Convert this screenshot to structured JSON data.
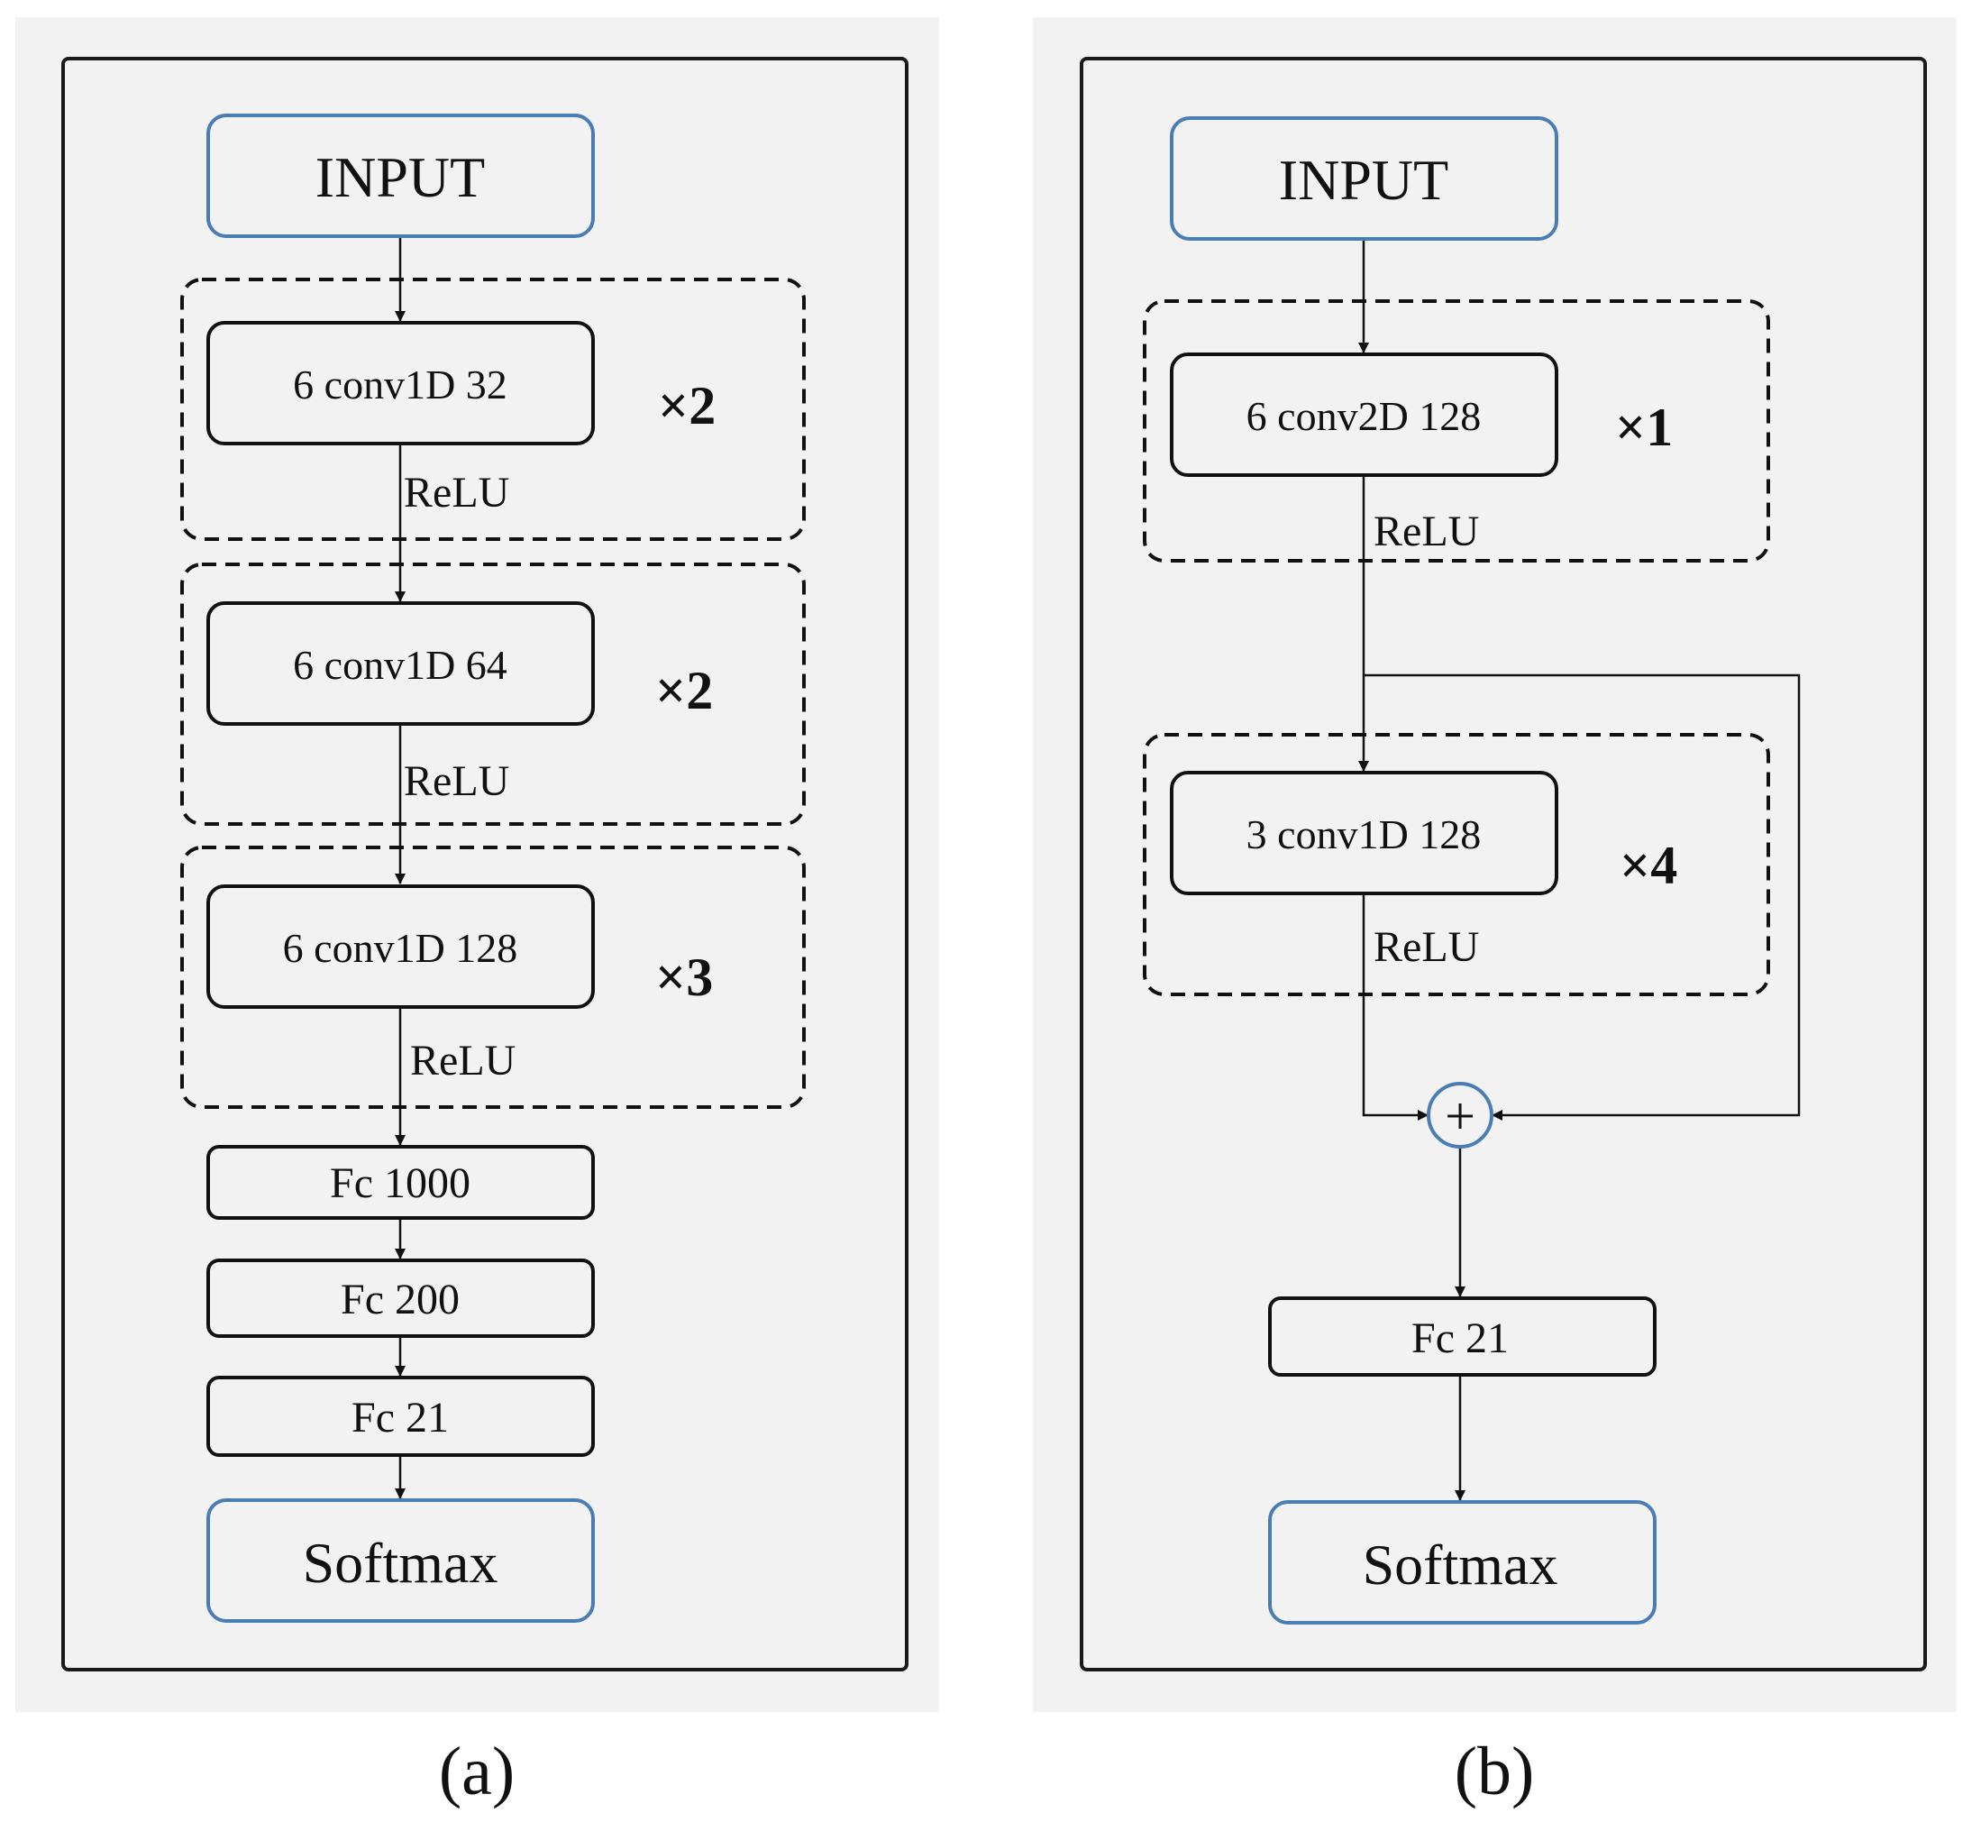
{
  "colors": {
    "panel_bg": "#f2f2f2",
    "frame": "#1a1a1a",
    "io_border": "#4a7db4",
    "box_border": "#111111",
    "text": "#111111"
  },
  "panel_a": {
    "input": "INPUT",
    "blocks": [
      {
        "layer": "6 conv1D 32",
        "repeat": "×2",
        "activation": "ReLU"
      },
      {
        "layer": "6 conv1D 64",
        "repeat": "×2",
        "activation": "ReLU"
      },
      {
        "layer": "6 conv1D 128",
        "repeat": "×3",
        "activation": "ReLU"
      }
    ],
    "fc": [
      "Fc 1000",
      "Fc 200",
      "Fc 21"
    ],
    "output": "Softmax",
    "caption": "(a)"
  },
  "panel_b": {
    "input": "INPUT",
    "blocks": [
      {
        "layer": "6 conv2D 128",
        "repeat": "×1",
        "activation": "ReLU"
      },
      {
        "layer": "3 conv1D 128",
        "repeat": "×4",
        "activation": "ReLU"
      }
    ],
    "sum_symbol": "+",
    "fc": "Fc 21",
    "output": "Softmax",
    "caption": "(b)"
  }
}
